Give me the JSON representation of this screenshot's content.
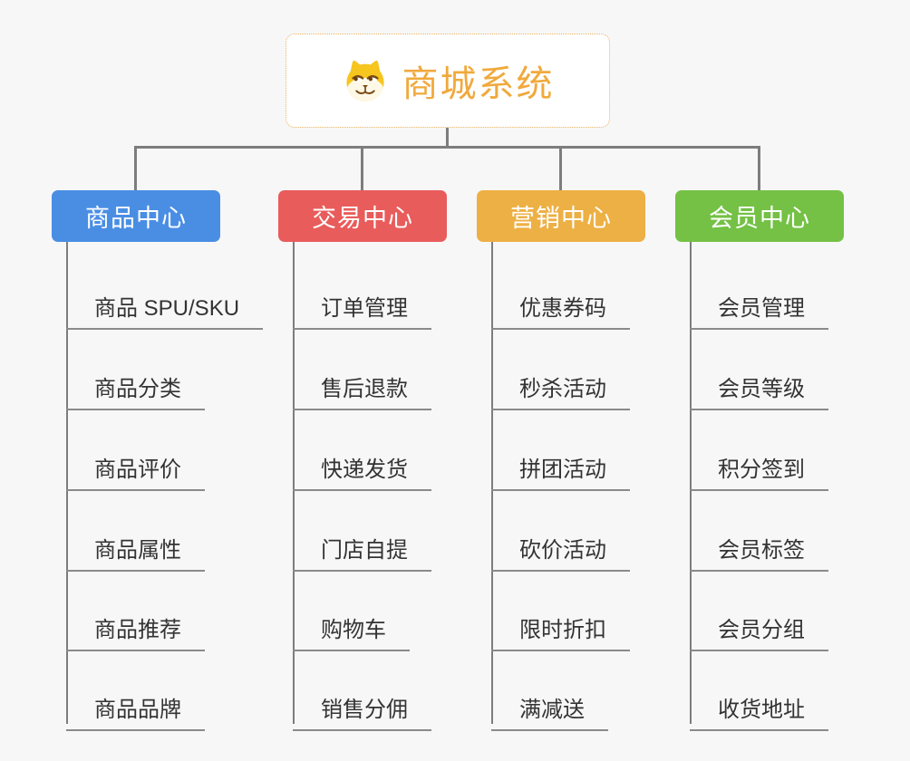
{
  "diagram": {
    "type": "mind-map-tree",
    "background_color": "#f7f7f7",
    "connector_color": "#7d7d7d",
    "subline_color": "#8a8a8a",
    "root": {
      "title": "商城系统",
      "title_color": "#f0a93c",
      "border_color": "#eab159",
      "icon": "dog-face-icon"
    },
    "branches": [
      {
        "label": "商品中心",
        "color": "#4a8ee4",
        "children": [
          "商品 SPU/SKU",
          "商品分类",
          "商品评价",
          "商品属性",
          "商品推荐",
          "商品品牌"
        ]
      },
      {
        "label": "交易中心",
        "color": "#e85c5b",
        "children": [
          "订单管理",
          "售后退款",
          "快递发货",
          "门店自提",
          "购物车",
          "销售分佣"
        ]
      },
      {
        "label": "营销中心",
        "color": "#edb044",
        "children": [
          "优惠券码",
          "秒杀活动",
          "拼团活动",
          "砍价活动",
          "限时折扣",
          "满减送"
        ]
      },
      {
        "label": "会员中心",
        "color": "#74c145",
        "children": [
          "会员管理",
          "会员等级",
          "积分签到",
          "会员标签",
          "会员分组",
          "收货地址"
        ]
      }
    ]
  }
}
